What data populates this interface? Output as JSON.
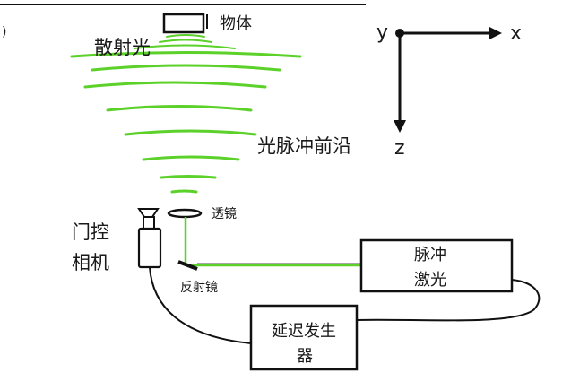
{
  "labels": {
    "object": "物体",
    "scattered_light": "散射光",
    "pulse_front": "光脉冲前沿",
    "lens": "透镜",
    "mirror": "反射镜",
    "camera_line1": "门控",
    "camera_line2": "相机",
    "laser_line1": "脉冲",
    "laser_line2": "激光",
    "delay_line1": "延迟发生",
    "delay_line2": "器"
  },
  "axes": {
    "x": "x",
    "y": "y",
    "z": "z"
  },
  "colors": {
    "beam": "#5bd12a",
    "stroke": "#111111"
  },
  "icons": [
    "camera-icon",
    "lens-icon",
    "mirror-icon",
    "axis-arrows-icon"
  ]
}
